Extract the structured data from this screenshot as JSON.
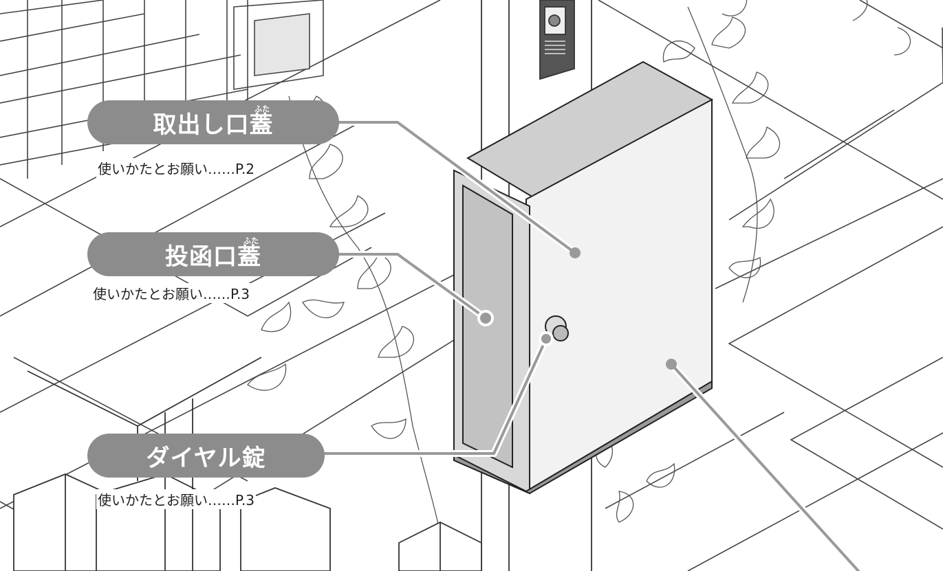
{
  "labels": [
    {
      "id": "takeout",
      "title": "取出し口蓋",
      "ruby": "ふた",
      "sub": "使いかたとお願い……P.2"
    },
    {
      "id": "slot",
      "title": "投函口蓋",
      "ruby": "ふた",
      "sub": "使いかたとお願い……P.3"
    },
    {
      "id": "dial",
      "title": "ダイヤル錠",
      "ruby": "",
      "sub": "使いかたとお願い……P.3"
    }
  ],
  "colors": {
    "pill": "#8c8c8c",
    "leader": "#9a9a9a",
    "line": "#333333"
  }
}
